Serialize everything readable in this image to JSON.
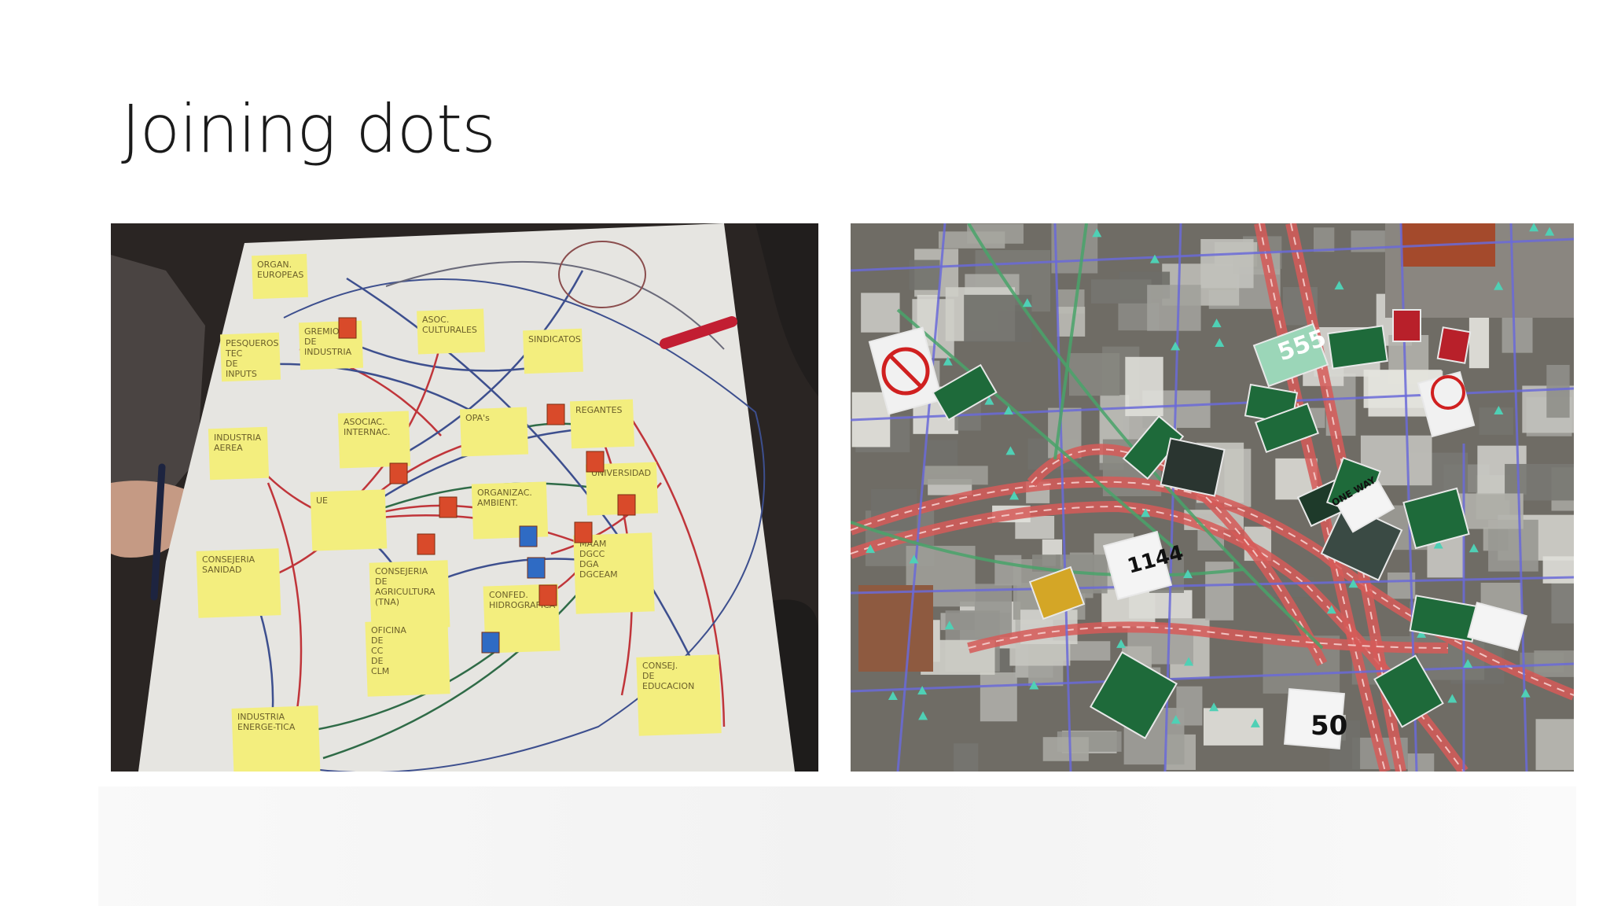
{
  "slide": {
    "title": "Joining dots"
  },
  "left_photo": {
    "description_kind": "photo",
    "notes": [
      {
        "id": "n1",
        "text": "ORGAN. EUROPEAS"
      },
      {
        "id": "n2",
        "text": "PESQUEROS TEC DE INPUTS"
      },
      {
        "id": "n3",
        "text": "GREMIOS DE INDUSTRIA"
      },
      {
        "id": "n4",
        "text": "ASOC. CULTURALES"
      },
      {
        "id": "n5",
        "text": "SINDICATOS"
      },
      {
        "id": "n6",
        "text": "INDUSTRIA AEREA"
      },
      {
        "id": "n7",
        "text": "ASOCIAC. INTERNAC."
      },
      {
        "id": "n8",
        "text": "OPA's"
      },
      {
        "id": "n9",
        "text": "REGANTES"
      },
      {
        "id": "n10",
        "text": "UE"
      },
      {
        "id": "n11",
        "text": "ORGANIZAC. AMBIENT."
      },
      {
        "id": "n12",
        "text": "UNIVERSIDAD"
      },
      {
        "id": "n13",
        "text": "CONSEJERIA SANIDAD"
      },
      {
        "id": "n14",
        "text": "CONSEJERIA DE AGRICULTURA (TNA)"
      },
      {
        "id": "n15",
        "text": "MAAM DGCC DGA DGCEAM"
      },
      {
        "id": "n16",
        "text": "CONFED. HIDROGRAFICA"
      },
      {
        "id": "n17",
        "text": "OFICINA DE CC DE CLM"
      },
      {
        "id": "n18",
        "text": "CONSEJ. DE EDUCACION"
      },
      {
        "id": "n19",
        "text": "INDUSTRIA ENERGE-TICA"
      }
    ]
  },
  "right_photo": {
    "description_kind": "aerial map with road signs",
    "signs": [
      {
        "id": "s1",
        "text": "555"
      },
      {
        "id": "s2",
        "text": "1144"
      },
      {
        "id": "s3",
        "text": "50"
      },
      {
        "id": "s4",
        "text": "ONE WAY"
      }
    ]
  },
  "colors": {
    "sticky_note": "#f3ee7e",
    "paper": "#e9e8e4",
    "arrow_red": "#c0353a",
    "arrow_blue": "#3d4f8e",
    "arrow_green": "#2f6b47",
    "map_bg": "#6f6c65",
    "road_red": "#d65a58",
    "road_blue": "#6a6ad8",
    "road_green": "#49a36a"
  }
}
